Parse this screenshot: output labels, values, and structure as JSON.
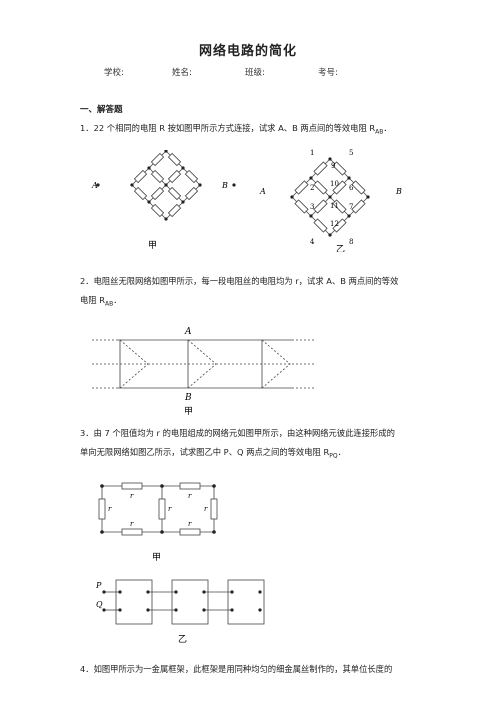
{
  "header": {
    "title": "网络电路的简化",
    "school_label": "学校:",
    "name_label": "姓名:",
    "class_label": "班级:",
    "id_label": "考号:"
  },
  "section": {
    "title": "一、解答题"
  },
  "questions": [
    {
      "text_a": "1．22 个相同的电阻 R 按如图甲所示方式连接，试求 A、B 两点间的等效电阻 R",
      "sub": "AB",
      "text_b": "．"
    },
    {
      "line1": "2．电阻丝无限网络如图甲所示，每一段电阻丝的电阻均为 r，试求 A、B 两点间的等效",
      "line2_a": "电阻 R",
      "sub": "AB",
      "line2_b": "．"
    },
    {
      "line1": "3．由 7 个阻值均为 r 的电阻组成的网络元如图甲所示，由这种网络元彼此连接形成的",
      "line2_a": "单向无限网络如图乙所示，试求图乙中 P、Q 两点之间的等效电阻 R",
      "sub": "PQ",
      "line2_b": "．"
    },
    {
      "line1": "4．如图甲所示为一金属框架，此框架是用同种均匀的细金属丝制作的，其单位长度的"
    }
  ],
  "figures": {
    "fig1_jia": "甲",
    "fig1_yi": "乙",
    "fig2_label": "甲",
    "fig3_jia": "甲",
    "fig3_yi": "乙",
    "node_A": "A",
    "node_B": "B",
    "node_P": "P",
    "node_Q": "Q",
    "res_r": "r",
    "yi_nodes": [
      "1",
      "2",
      "3",
      "4",
      "5",
      "6",
      "7",
      "8",
      "9",
      "10",
      "11",
      "12"
    ]
  }
}
